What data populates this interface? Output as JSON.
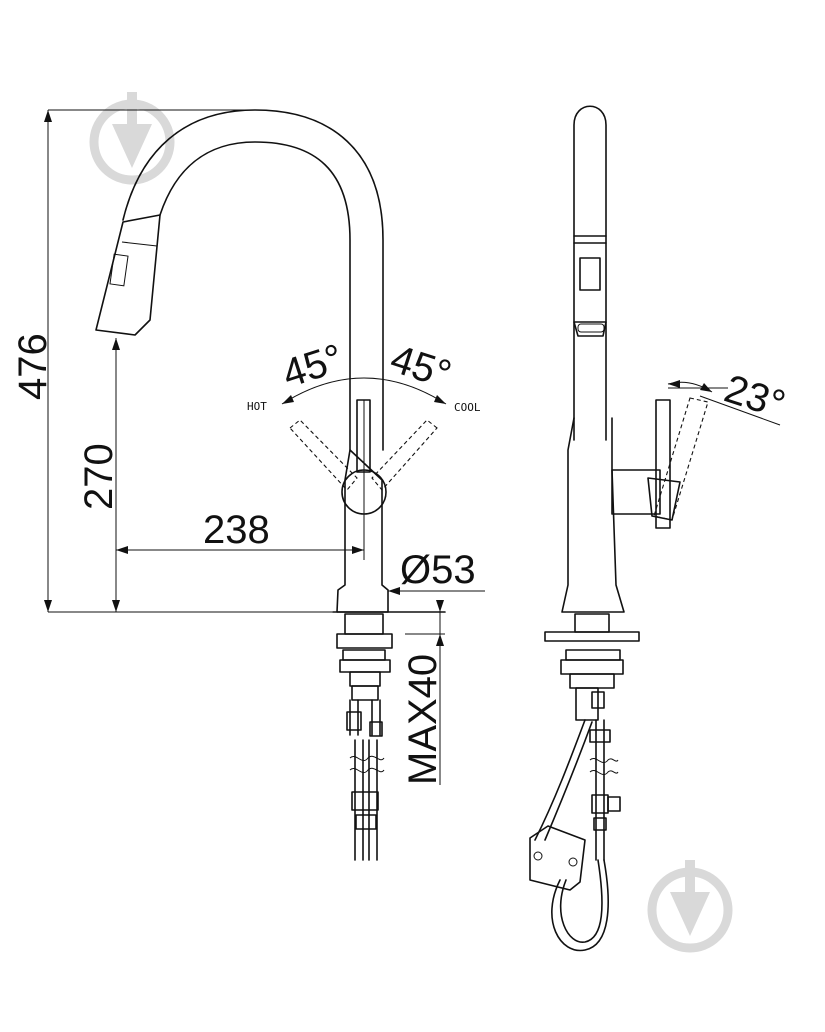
{
  "dimensions": {
    "total_height": "476",
    "spout_height": "270",
    "reach": "238",
    "base_diameter": "Ø53",
    "max_deck_thickness": "MAX40",
    "hot_angle": "45°",
    "cool_angle": "45°",
    "side_angle": "23°"
  },
  "labels": {
    "hot": "HOT",
    "cool": "COOL"
  },
  "colors": {
    "line": "#111111",
    "watermark": "#d9d9d9",
    "background": "#ffffff"
  },
  "icons": {
    "watermark": "drop-logo-icon"
  }
}
